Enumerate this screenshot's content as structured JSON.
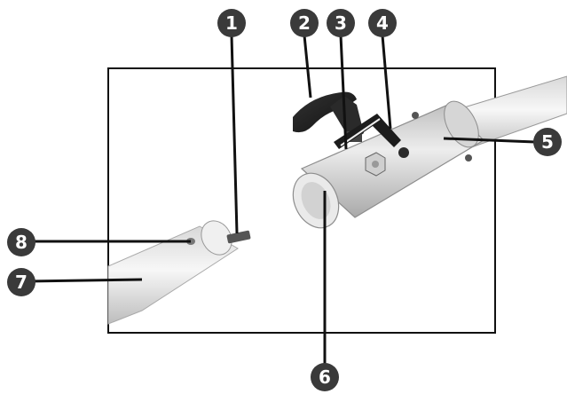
{
  "callouts": [
    {
      "number": "1"
    },
    {
      "number": "2"
    },
    {
      "number": "3"
    },
    {
      "number": "4"
    },
    {
      "number": "5"
    },
    {
      "number": "6"
    },
    {
      "number": "7"
    },
    {
      "number": "8"
    }
  ],
  "colors": {
    "callout_fill": "#3a3a3a",
    "leader_line": "#111111",
    "frame": "#111111",
    "metal_light": "#e9e9e9",
    "metal_mid": "#c9c9c9",
    "handle_dark": "#1e1e1e"
  }
}
